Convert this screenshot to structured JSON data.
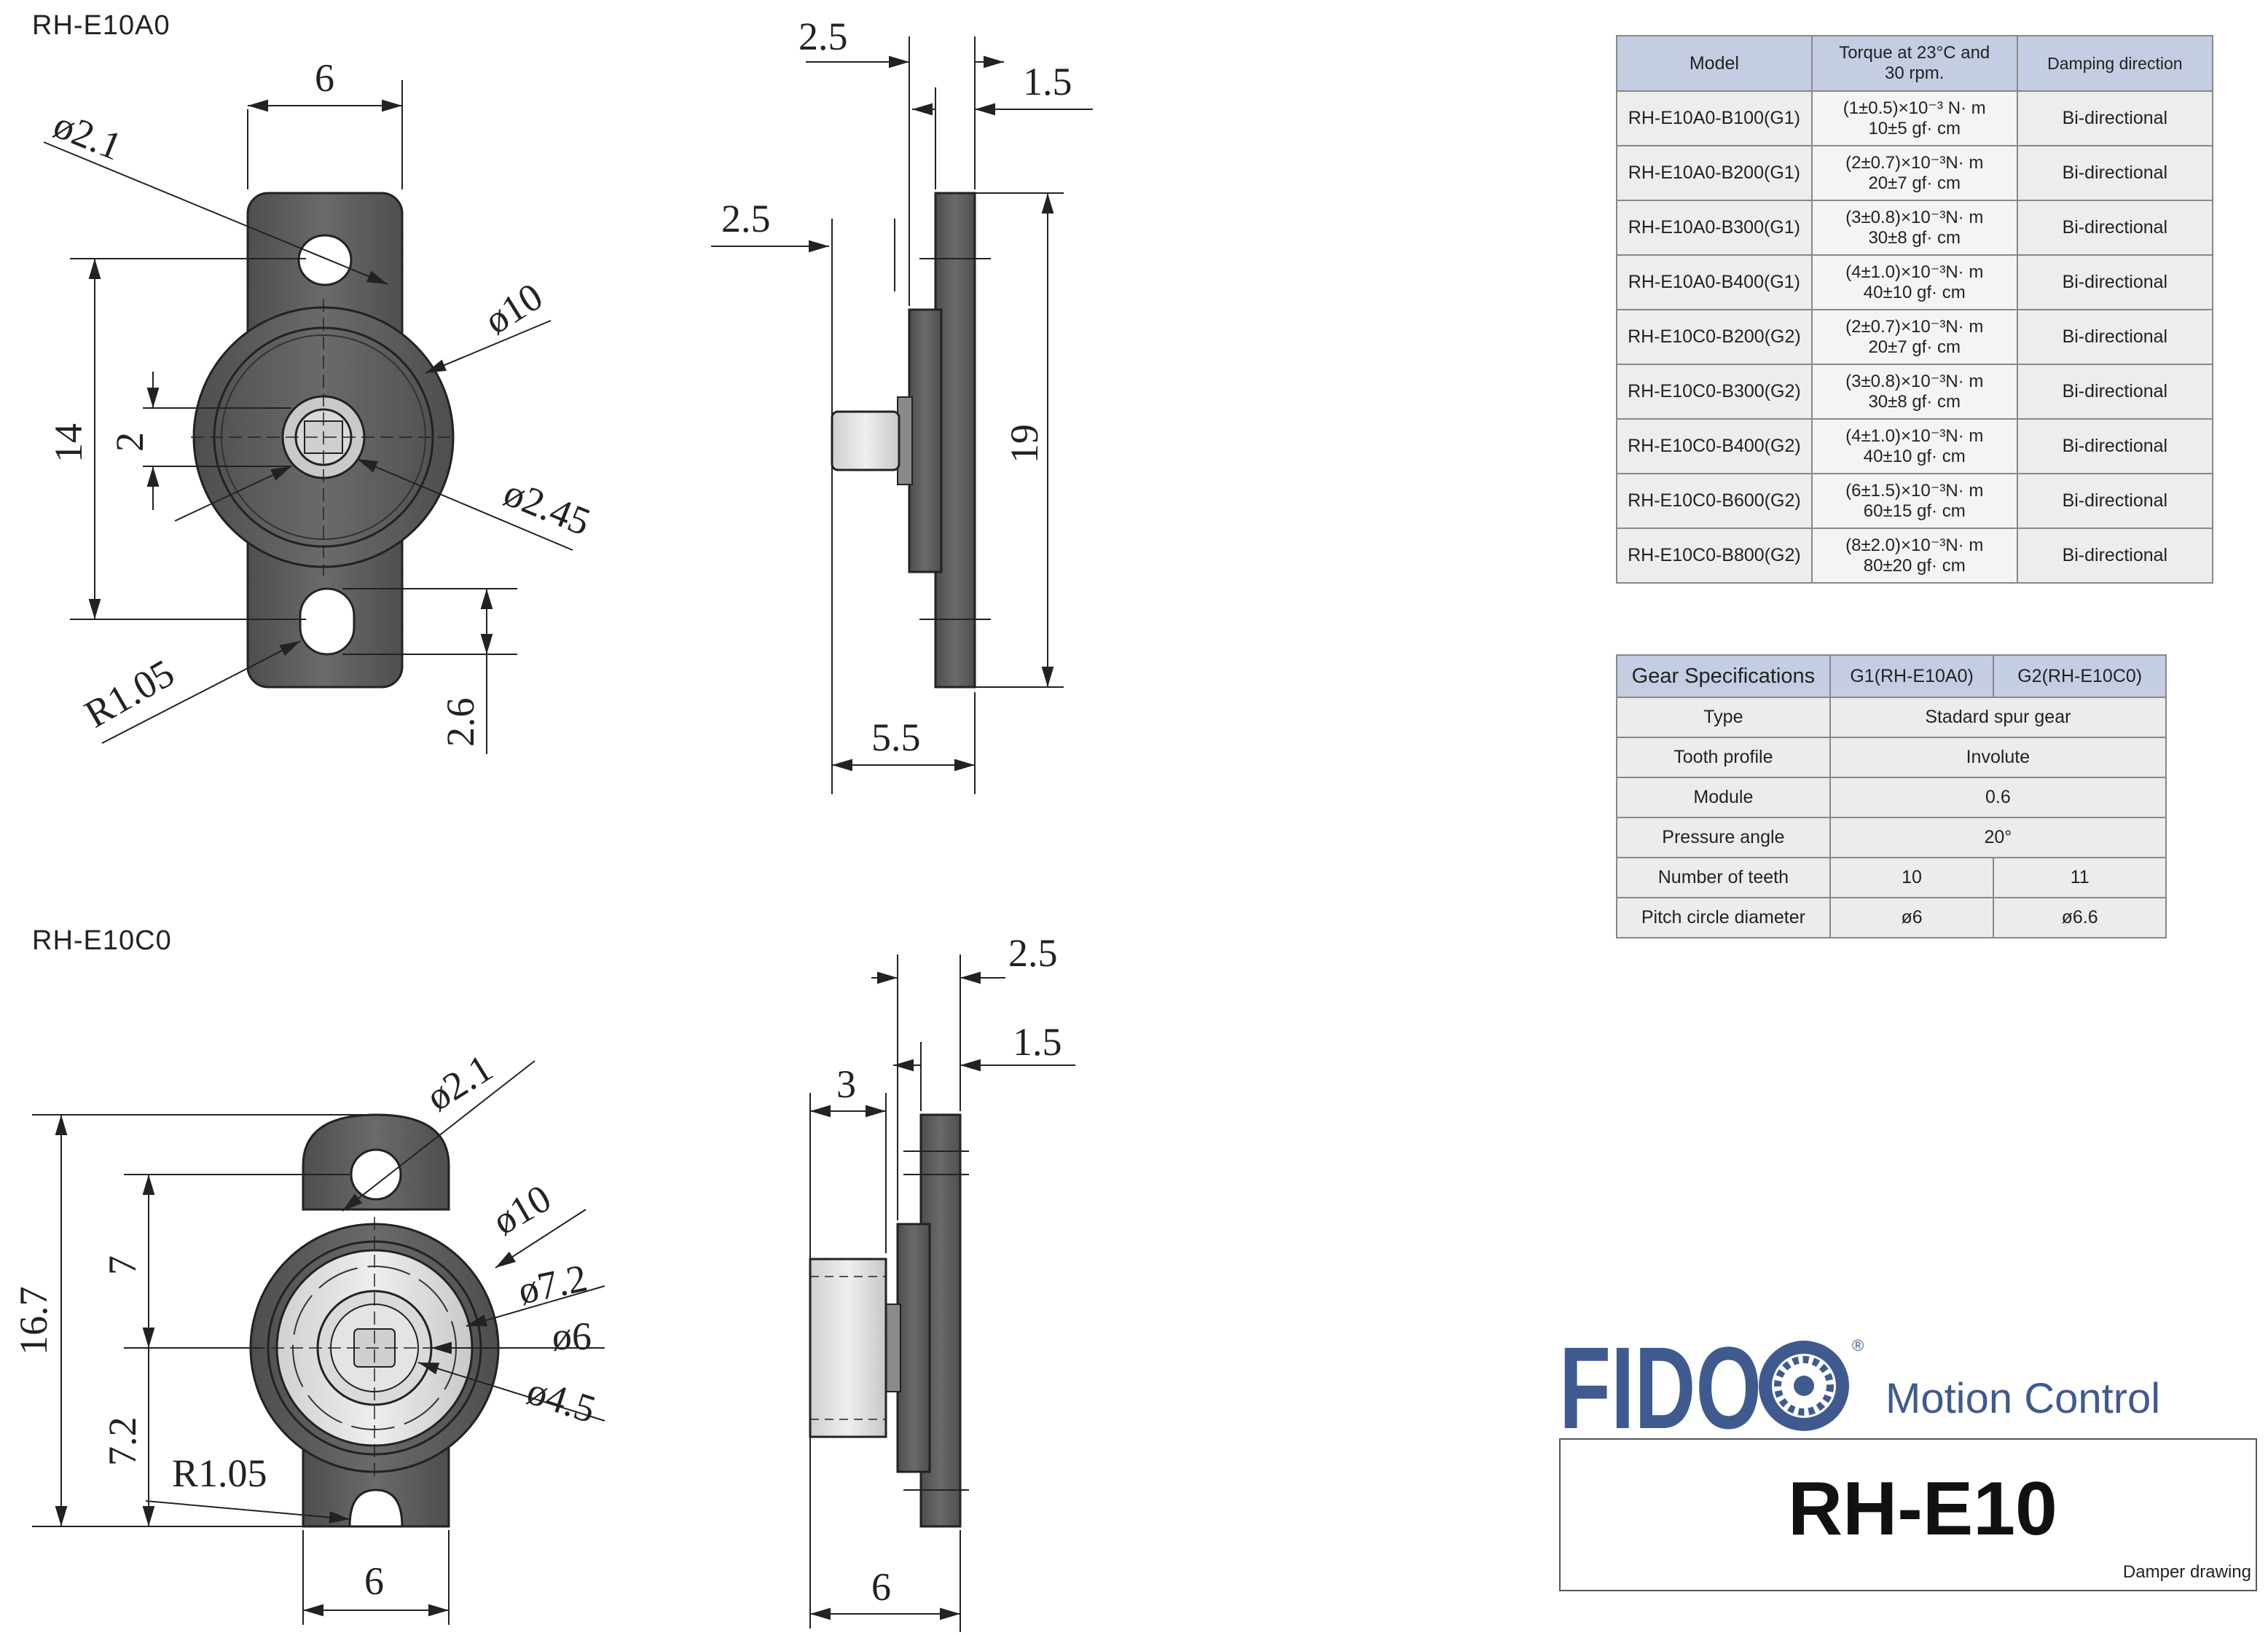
{
  "views": {
    "top_label": "RH-E10A0",
    "bottom_label": "RH-E10C0"
  },
  "dims_a0_front": {
    "width": "6",
    "hole": "ø2.1",
    "housing": "ø10",
    "height": "14",
    "center": "2",
    "shaft": "ø2.45",
    "radius": "R1.05",
    "slot": "2.6"
  },
  "dims_a0_side": {
    "top_left": "2.5",
    "top_right": "1.5",
    "mid_left": "2.5",
    "height": "19",
    "bottom": "5.5"
  },
  "dims_c0_front": {
    "hole": "ø2.1",
    "housing": "ø10",
    "gear_outer": "ø7.2",
    "gear_pitch": "ø6",
    "hub": "ø4.5",
    "height": "16.7",
    "upper": "7",
    "lower": "7.2",
    "radius": "R1.05",
    "width": "6"
  },
  "dims_c0_side": {
    "top": "2.5",
    "mid": "1.5",
    "gear_w": "3",
    "bottom": "6"
  },
  "spec_table": {
    "headers": [
      "Model",
      "Torque at 23°C and 30 rpm.",
      "Damping direction"
    ],
    "rows": [
      {
        "model": "RH-E10A0-B100(G1)",
        "t1": "(1±0.5)×10⁻³ N· m",
        "t2": "10±5 gf· cm",
        "dir": "Bi-directional"
      },
      {
        "model": "RH-E10A0-B200(G1)",
        "t1": "(2±0.7)×10⁻³N· m",
        "t2": "20±7 gf· cm",
        "dir": "Bi-directional"
      },
      {
        "model": "RH-E10A0-B300(G1)",
        "t1": "(3±0.8)×10⁻³N· m",
        "t2": "30±8 gf· cm",
        "dir": "Bi-directional"
      },
      {
        "model": "RH-E10A0-B400(G1)",
        "t1": "(4±1.0)×10⁻³N· m",
        "t2": "40±10 gf· cm",
        "dir": "Bi-directional"
      },
      {
        "model": "RH-E10C0-B200(G2)",
        "t1": "(2±0.7)×10⁻³N· m",
        "t2": "20±7 gf· cm",
        "dir": "Bi-directional"
      },
      {
        "model": "RH-E10C0-B300(G2)",
        "t1": "(3±0.8)×10⁻³N· m",
        "t2": "30±8 gf· cm",
        "dir": "Bi-directional"
      },
      {
        "model": "RH-E10C0-B400(G2)",
        "t1": "(4±1.0)×10⁻³N· m",
        "t2": "40±10 gf· cm",
        "dir": "Bi-directional"
      },
      {
        "model": "RH-E10C0-B600(G2)",
        "t1": "(6±1.5)×10⁻³N· m",
        "t2": "60±15 gf· cm",
        "dir": "Bi-directional"
      },
      {
        "model": "RH-E10C0-B800(G2)",
        "t1": "(8±2.0)×10⁻³N· m",
        "t2": "80±20 gf· cm",
        "dir": "Bi-directional"
      }
    ]
  },
  "gear_table": {
    "headers": [
      "Gear Specifications",
      "G1(RH-E10A0)",
      "G2(RH-E10C0)"
    ],
    "type_label": "Type",
    "type_val": "Stadard spur gear",
    "profile_label": "Tooth profile",
    "profile_val": "Involute",
    "module_label": "Module",
    "module_val": "0.6",
    "angle_label": "Pressure angle",
    "angle_val": "20°",
    "teeth_label": "Number of teeth",
    "teeth_g1": "10",
    "teeth_g2": "11",
    "pitch_label": "Pitch circle diameter",
    "pitch_g1": "ø6",
    "pitch_g2": "ø6.6"
  },
  "brand": {
    "logo": "FIDO",
    "tagline": "Motion Control",
    "model": "RH-E10",
    "subtitle": "Damper drawing"
  },
  "colors": {
    "metal_dark": "#5a5a5a",
    "metal_light": "#d9d9d9",
    "table_header": "#c4cde2",
    "brand_blue": "#3f5a8f"
  }
}
